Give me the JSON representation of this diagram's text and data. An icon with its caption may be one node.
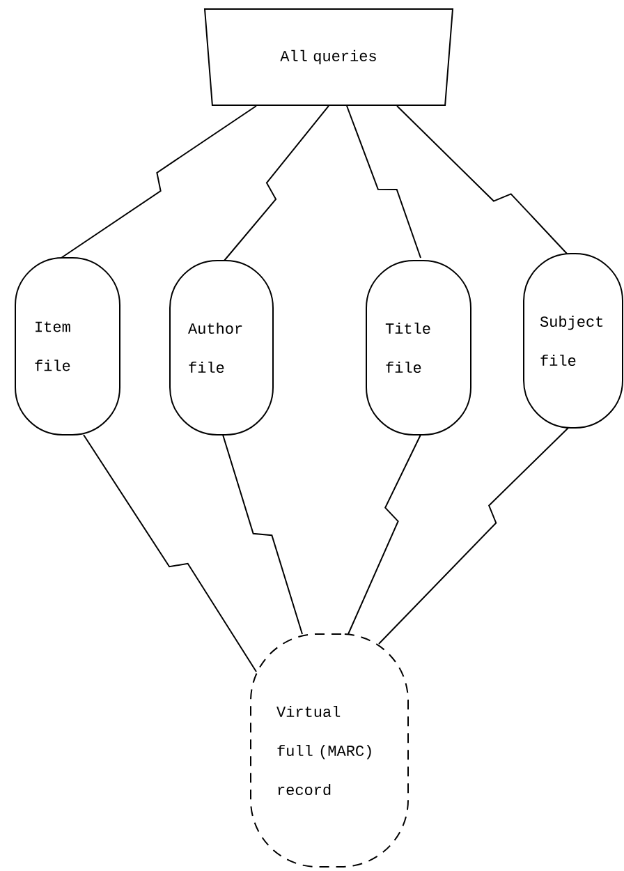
{
  "diagram": {
    "nodes": [
      {
        "text": [
          "All queries"
        ]
      },
      {
        "text": [
          "Item file"
        ]
      },
      {
        "text": [
          "Author file"
        ]
      },
      {
        "text": [
          "Title file"
        ]
      },
      {
        "text": [
          "Subject file"
        ]
      },
      {
        "text": [
          "Virtual full (MARC) record"
        ]
      }
    ],
    "edges": [
      {
        "from": 0,
        "to": 1,
        "arrow": "none"
      },
      {
        "from": 0,
        "to": 2,
        "arrow": "none"
      },
      {
        "from": 0,
        "to": 3,
        "arrow": "none"
      },
      {
        "from": 0,
        "to": 4,
        "arrow": "none"
      },
      {
        "from": 1,
        "to": 5,
        "arrow": "none"
      },
      {
        "from": 2,
        "to": 5,
        "arrow": "none"
      },
      {
        "from": 3,
        "to": 5,
        "arrow": "none"
      },
      {
        "from": 4,
        "to": 5,
        "arrow": "none"
      }
    ]
  }
}
